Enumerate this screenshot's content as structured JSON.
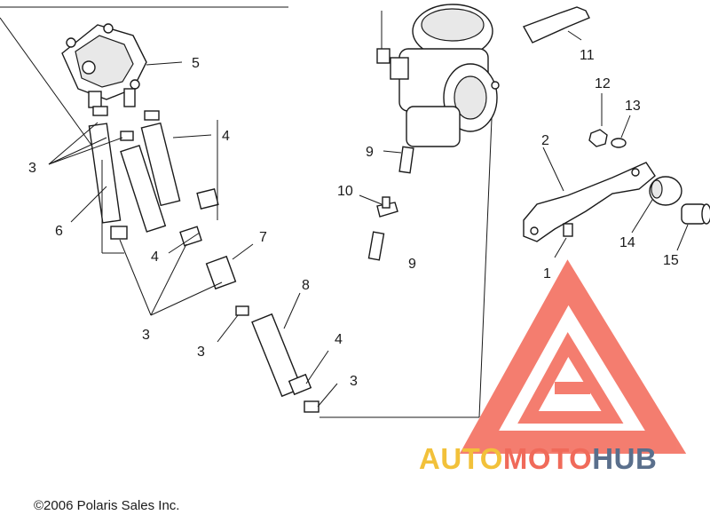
{
  "callouts": {
    "c1": "1",
    "c2": "2",
    "c3a": "3",
    "c3b": "3",
    "c3c": "3",
    "c3d": "3",
    "c4a": "4",
    "c4b": "4",
    "c4c": "4",
    "c5": "5",
    "c6": "6",
    "c7": "7",
    "c8": "8",
    "c9a": "9",
    "c9b": "9",
    "c10": "10",
    "c11": "11",
    "c12": "12",
    "c13": "13",
    "c14": "14",
    "c15": "15"
  },
  "copyright": "©2006 Polaris Sales Inc.",
  "watermark": {
    "auto": "AUTO",
    "moto": "MOTO",
    "hub": "HUB",
    "colors": {
      "auto": "#f2c13a",
      "moto": "#f06a5a",
      "hub": "#5a6f8c",
      "logo": "#f37060"
    }
  }
}
